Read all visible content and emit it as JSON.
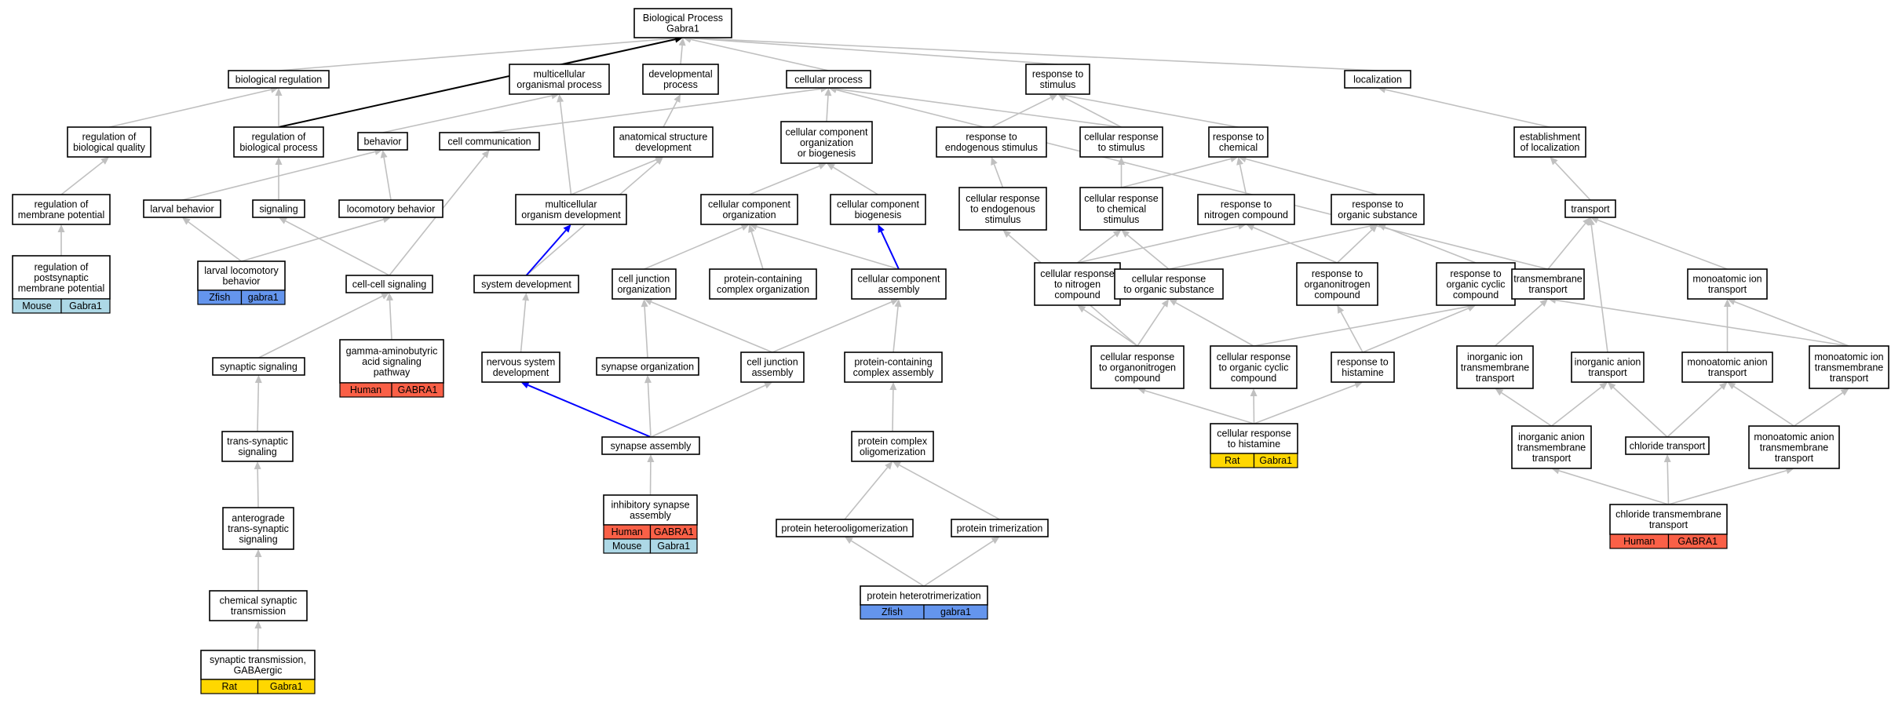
{
  "graph": {
    "colors": {
      "Mouse": "#add8e6",
      "Zfish": "#6495ed",
      "Human": "#fa6047",
      "Rat": "#ffd700",
      "edge_default": "#c0c0c0",
      "edge_black": "#000000",
      "edge_blue": "#0000ff"
    },
    "nodes": [
      {
        "id": "bp",
        "lines": [
          "Biological Process",
          "Gabra1"
        ]
      },
      {
        "id": "bioreg",
        "lines": [
          "biological regulation"
        ]
      },
      {
        "id": "multiproc",
        "lines": [
          "multicellular",
          "organismal process"
        ]
      },
      {
        "id": "devproc",
        "lines": [
          "developmental",
          "process"
        ]
      },
      {
        "id": "cellproc",
        "lines": [
          "cellular process"
        ]
      },
      {
        "id": "resp_stim",
        "lines": [
          "response to",
          "stimulus"
        ]
      },
      {
        "id": "localization",
        "lines": [
          "localization"
        ]
      },
      {
        "id": "reg_bq",
        "lines": [
          "regulation of",
          "biological quality"
        ]
      },
      {
        "id": "reg_bp",
        "lines": [
          "regulation of",
          "biological process"
        ]
      },
      {
        "id": "behavior",
        "lines": [
          "behavior"
        ]
      },
      {
        "id": "cellcomm",
        "lines": [
          "cell communication"
        ]
      },
      {
        "id": "anat",
        "lines": [
          "anatomical structure",
          "development"
        ]
      },
      {
        "id": "ccob",
        "lines": [
          "cellular component",
          "organization",
          "or biogenesis"
        ]
      },
      {
        "id": "resp_endo",
        "lines": [
          "response to",
          "endogenous stimulus"
        ]
      },
      {
        "id": "cresp_stim",
        "lines": [
          "cellular response",
          "to stimulus"
        ]
      },
      {
        "id": "resp_chem",
        "lines": [
          "response to",
          "chemical"
        ]
      },
      {
        "id": "estab_loc",
        "lines": [
          "establishment",
          "of localization"
        ]
      },
      {
        "id": "reg_mp",
        "lines": [
          "regulation of",
          "membrane potential"
        ]
      },
      {
        "id": "larval_beh",
        "lines": [
          "larval behavior"
        ]
      },
      {
        "id": "signaling",
        "lines": [
          "signaling"
        ]
      },
      {
        "id": "locomotory",
        "lines": [
          "locomotory behavior"
        ]
      },
      {
        "id": "multi_dev",
        "lines": [
          "multicellular",
          "organism development"
        ]
      },
      {
        "id": "cc_org",
        "lines": [
          "cellular component",
          "organization"
        ]
      },
      {
        "id": "cc_bio",
        "lines": [
          "cellular component",
          "biogenesis"
        ]
      },
      {
        "id": "cresp_endo",
        "lines": [
          "cellular response",
          "to endogenous",
          "stimulus"
        ]
      },
      {
        "id": "cresp_chem",
        "lines": [
          "cellular response",
          "to chemical",
          "stimulus"
        ]
      },
      {
        "id": "resp_nitro",
        "lines": [
          "response to",
          "nitrogen compound"
        ]
      },
      {
        "id": "resp_org",
        "lines": [
          "response to",
          "organic substance"
        ]
      },
      {
        "id": "transport",
        "lines": [
          "transport"
        ]
      },
      {
        "id": "reg_ppmp",
        "lines": [
          "regulation of",
          "postsynaptic",
          "membrane potential"
        ],
        "species": [
          {
            "sp": "Mouse",
            "gene": "Gabra1"
          }
        ]
      },
      {
        "id": "larval_loco",
        "lines": [
          "larval locomotory",
          "behavior"
        ],
        "species": [
          {
            "sp": "Zfish",
            "gene": "gabra1"
          }
        ]
      },
      {
        "id": "cellcell",
        "lines": [
          "cell-cell signaling"
        ]
      },
      {
        "id": "sysdev",
        "lines": [
          "system development"
        ]
      },
      {
        "id": "cj_org",
        "lines": [
          "cell junction",
          "organization"
        ]
      },
      {
        "id": "pc_org",
        "lines": [
          "protein-containing",
          "complex organization"
        ]
      },
      {
        "id": "cc_asm",
        "lines": [
          "cellular component",
          "assembly"
        ]
      },
      {
        "id": "cresp_nitro",
        "lines": [
          "cellular response",
          "to nitrogen",
          "compound"
        ]
      },
      {
        "id": "cresp_org",
        "lines": [
          "cellular response",
          "to organic substance"
        ]
      },
      {
        "id": "resp_orgn",
        "lines": [
          "response to",
          "organonitrogen",
          "compound"
        ]
      },
      {
        "id": "resp_cyc",
        "lines": [
          "response to",
          "organic cyclic",
          "compound"
        ]
      },
      {
        "id": "transmem",
        "lines": [
          "transmembrane",
          "transport"
        ]
      },
      {
        "id": "ion_trans",
        "lines": [
          "monoatomic ion",
          "transport"
        ]
      },
      {
        "id": "gaba_path",
        "lines": [
          "gamma-aminobutyric",
          "acid signaling",
          "pathway"
        ],
        "species": [
          {
            "sp": "Human",
            "gene": "GABRA1"
          }
        ]
      },
      {
        "id": "syn_sig",
        "lines": [
          "synaptic signaling"
        ]
      },
      {
        "id": "nsdev",
        "lines": [
          "nervous system",
          "development"
        ]
      },
      {
        "id": "syn_org",
        "lines": [
          "synapse organization"
        ]
      },
      {
        "id": "cj_asm",
        "lines": [
          "cell junction",
          "assembly"
        ]
      },
      {
        "id": "pc_asm",
        "lines": [
          "protein-containing",
          "complex assembly"
        ]
      },
      {
        "id": "cresp_orgn",
        "lines": [
          "cellular response",
          "to organonitrogen",
          "compound"
        ]
      },
      {
        "id": "cresp_cyc",
        "lines": [
          "cellular response",
          "to organic cyclic",
          "compound"
        ]
      },
      {
        "id": "resp_hist",
        "lines": [
          "response to",
          "histamine"
        ]
      },
      {
        "id": "inorg_ion",
        "lines": [
          "inorganic ion",
          "transmembrane",
          "transport"
        ]
      },
      {
        "id": "inorg_anion",
        "lines": [
          "inorganic anion",
          "transport"
        ]
      },
      {
        "id": "anion_trans",
        "lines": [
          "monoatomic anion",
          "transport"
        ]
      },
      {
        "id": "ion_tm",
        "lines": [
          "monoatomic ion",
          "transmembrane",
          "transport"
        ]
      },
      {
        "id": "trans_syn",
        "lines": [
          "trans-synaptic",
          "signaling"
        ]
      },
      {
        "id": "syn_asm",
        "lines": [
          "synapse assembly"
        ]
      },
      {
        "id": "pc_olig",
        "lines": [
          "protein complex",
          "oligomerization"
        ]
      },
      {
        "id": "cresp_hist",
        "lines": [
          "cellular response",
          "to histamine"
        ],
        "species": [
          {
            "sp": "Rat",
            "gene": "Gabra1"
          }
        ]
      },
      {
        "id": "inorg_anion_tm",
        "lines": [
          "inorganic anion",
          "transmembrane",
          "transport"
        ]
      },
      {
        "id": "chloride",
        "lines": [
          "chloride transport"
        ]
      },
      {
        "id": "anion_tm",
        "lines": [
          "monoatomic anion",
          "transmembrane",
          "transport"
        ]
      },
      {
        "id": "antero",
        "lines": [
          "anterograde",
          "trans-synaptic",
          "signaling"
        ]
      },
      {
        "id": "inhib",
        "lines": [
          "inhibitory synapse",
          "assembly"
        ],
        "species": [
          {
            "sp": "Human",
            "gene": "GABRA1"
          },
          {
            "sp": "Mouse",
            "gene": "Gabra1"
          }
        ]
      },
      {
        "id": "heterolig",
        "lines": [
          "protein heterooligomerization"
        ]
      },
      {
        "id": "trimer",
        "lines": [
          "protein trimerization"
        ]
      },
      {
        "id": "chloride_tm",
        "lines": [
          "chloride transmembrane",
          "transport"
        ],
        "species": [
          {
            "sp": "Human",
            "gene": "GABRA1"
          }
        ]
      },
      {
        "id": "chem_syn",
        "lines": [
          "chemical synaptic",
          "transmission"
        ]
      },
      {
        "id": "heterotri",
        "lines": [
          "protein heterotrimerization"
        ],
        "species": [
          {
            "sp": "Zfish",
            "gene": "gabra1"
          }
        ]
      },
      {
        "id": "gaba_ergic",
        "lines": [
          "synaptic transmission,",
          "GABAergic"
        ],
        "species": [
          {
            "sp": "Rat",
            "gene": "Gabra1"
          }
        ]
      }
    ],
    "edges": [
      {
        "from": "bioreg",
        "to": "bp"
      },
      {
        "from": "multiproc",
        "to": "bp"
      },
      {
        "from": "devproc",
        "to": "bp"
      },
      {
        "from": "cellproc",
        "to": "bp"
      },
      {
        "from": "resp_stim",
        "to": "bp"
      },
      {
        "from": "localization",
        "to": "bp"
      },
      {
        "from": "reg_bp",
        "to": "bp",
        "style": "black"
      },
      {
        "from": "reg_bq",
        "to": "bioreg"
      },
      {
        "from": "reg_bp",
        "to": "bioreg"
      },
      {
        "from": "behavior",
        "to": "multiproc"
      },
      {
        "from": "multi_dev",
        "to": "multiproc"
      },
      {
        "from": "anat",
        "to": "devproc"
      },
      {
        "from": "cellcomm",
        "to": "cellproc"
      },
      {
        "from": "ccob",
        "to": "cellproc"
      },
      {
        "from": "cresp_stim",
        "to": "cellproc"
      },
      {
        "from": "transmem",
        "to": "cellproc"
      },
      {
        "from": "resp_endo",
        "to": "resp_stim"
      },
      {
        "from": "cresp_stim",
        "to": "resp_stim"
      },
      {
        "from": "resp_chem",
        "to": "resp_stim"
      },
      {
        "from": "estab_loc",
        "to": "localization"
      },
      {
        "from": "reg_mp",
        "to": "reg_bq"
      },
      {
        "from": "larval_beh",
        "to": "behavior"
      },
      {
        "from": "locomotory",
        "to": "behavior"
      },
      {
        "from": "signaling",
        "to": "reg_bp"
      },
      {
        "from": "cellcell",
        "to": "cellcomm"
      },
      {
        "from": "multi_dev",
        "to": "anat"
      },
      {
        "from": "sysdev",
        "to": "anat"
      },
      {
        "from": "cc_org",
        "to": "ccob"
      },
      {
        "from": "cc_bio",
        "to": "ccob"
      },
      {
        "from": "cresp_endo",
        "to": "resp_endo"
      },
      {
        "from": "cresp_chem",
        "to": "cresp_stim"
      },
      {
        "from": "cresp_chem",
        "to": "resp_chem"
      },
      {
        "from": "resp_nitro",
        "to": "resp_chem"
      },
      {
        "from": "resp_org",
        "to": "resp_chem"
      },
      {
        "from": "transport",
        "to": "estab_loc"
      },
      {
        "from": "reg_ppmp",
        "to": "reg_mp"
      },
      {
        "from": "larval_loco",
        "to": "larval_beh"
      },
      {
        "from": "larval_loco",
        "to": "locomotory"
      },
      {
        "from": "cellcell",
        "to": "signaling"
      },
      {
        "from": "sysdev",
        "to": "multi_dev",
        "style": "blue"
      },
      {
        "from": "cj_org",
        "to": "cc_org"
      },
      {
        "from": "pc_org",
        "to": "cc_org"
      },
      {
        "from": "cc_asm",
        "to": "cc_org"
      },
      {
        "from": "cc_asm",
        "to": "cc_bio",
        "style": "blue"
      },
      {
        "from": "cresp_orgn",
        "to": "cresp_endo"
      },
      {
        "from": "cresp_nitro",
        "to": "cresp_chem"
      },
      {
        "from": "cresp_org",
        "to": "cresp_chem"
      },
      {
        "from": "cresp_nitro",
        "to": "resp_nitro"
      },
      {
        "from": "resp_orgn",
        "to": "resp_nitro"
      },
      {
        "from": "cresp_org",
        "to": "resp_org"
      },
      {
        "from": "resp_orgn",
        "to": "resp_org"
      },
      {
        "from": "resp_cyc",
        "to": "resp_org"
      },
      {
        "from": "transmem",
        "to": "transport"
      },
      {
        "from": "ion_trans",
        "to": "transport"
      },
      {
        "from": "inorg_anion",
        "to": "transport"
      },
      {
        "from": "gaba_path",
        "to": "cellcell"
      },
      {
        "from": "syn_sig",
        "to": "cellcell"
      },
      {
        "from": "nsdev",
        "to": "sysdev"
      },
      {
        "from": "syn_org",
        "to": "cj_org"
      },
      {
        "from": "cj_asm",
        "to": "cj_org"
      },
      {
        "from": "cj_asm",
        "to": "cc_asm"
      },
      {
        "from": "pc_asm",
        "to": "cc_asm"
      },
      {
        "from": "cresp_orgn",
        "to": "cresp_nitro"
      },
      {
        "from": "cresp_orgn",
        "to": "cresp_org"
      },
      {
        "from": "cresp_cyc",
        "to": "cresp_org"
      },
      {
        "from": "resp_hist",
        "to": "resp_orgn"
      },
      {
        "from": "cresp_cyc",
        "to": "resp_cyc"
      },
      {
        "from": "resp_hist",
        "to": "resp_cyc"
      },
      {
        "from": "inorg_ion",
        "to": "transmem"
      },
      {
        "from": "ion_tm",
        "to": "transmem"
      },
      {
        "from": "anion_trans",
        "to": "ion_trans"
      },
      {
        "from": "ion_tm",
        "to": "ion_trans"
      },
      {
        "from": "trans_syn",
        "to": "syn_sig"
      },
      {
        "from": "syn_asm",
        "to": "nsdev",
        "style": "blue"
      },
      {
        "from": "syn_asm",
        "to": "syn_org"
      },
      {
        "from": "syn_asm",
        "to": "cj_asm"
      },
      {
        "from": "pc_olig",
        "to": "pc_asm"
      },
      {
        "from": "cresp_hist",
        "to": "cresp_orgn"
      },
      {
        "from": "cresp_hist",
        "to": "cresp_cyc"
      },
      {
        "from": "cresp_hist",
        "to": "resp_hist"
      },
      {
        "from": "inorg_anion_tm",
        "to": "inorg_ion"
      },
      {
        "from": "inorg_anion_tm",
        "to": "inorg_anion"
      },
      {
        "from": "chloride",
        "to": "inorg_anion"
      },
      {
        "from": "chloride",
        "to": "anion_trans"
      },
      {
        "from": "anion_tm",
        "to": "anion_trans"
      },
      {
        "from": "anion_tm",
        "to": "ion_tm"
      },
      {
        "from": "antero",
        "to": "trans_syn"
      },
      {
        "from": "inhib",
        "to": "syn_asm"
      },
      {
        "from": "heterolig",
        "to": "pc_olig"
      },
      {
        "from": "trimer",
        "to": "pc_olig"
      },
      {
        "from": "chloride_tm",
        "to": "inorg_anion_tm"
      },
      {
        "from": "chloride_tm",
        "to": "chloride"
      },
      {
        "from": "chloride_tm",
        "to": "anion_tm"
      },
      {
        "from": "chem_syn",
        "to": "antero"
      },
      {
        "from": "heterotri",
        "to": "heterolig"
      },
      {
        "from": "heterotri",
        "to": "trimer"
      },
      {
        "from": "gaba_ergic",
        "to": "chem_syn"
      }
    ]
  }
}
